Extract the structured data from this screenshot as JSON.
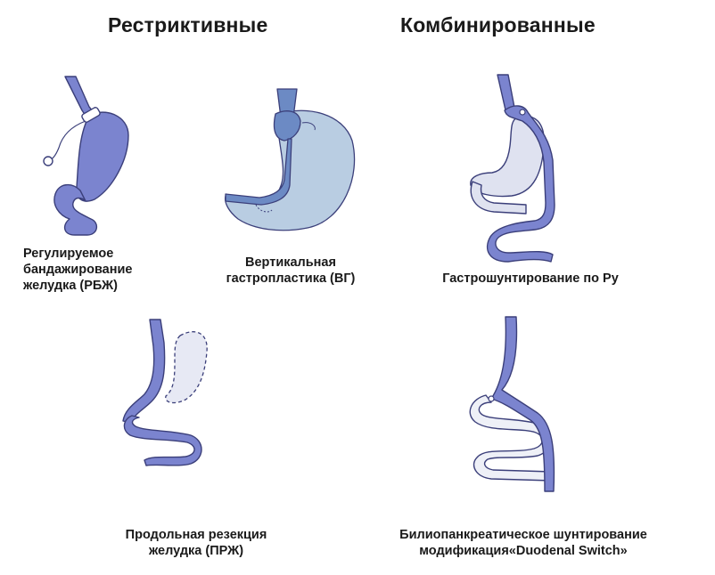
{
  "headings": {
    "restrictive": "Рестриктивные",
    "combined": "Комбинированные"
  },
  "procedures": [
    {
      "id": "rbzh",
      "lines": [
        "Регулируемое",
        "бандажирование",
        "желудка (РБЖ)"
      ]
    },
    {
      "id": "vg",
      "lines": [
        "Вертикальная",
        "гастропластика (ВГ)"
      ]
    },
    {
      "id": "roux",
      "lines": [
        "Гастрошунтирование по Ру"
      ]
    },
    {
      "id": "przh",
      "lines": [
        "Продольная резекция",
        "желудка (ПРЖ)"
      ]
    },
    {
      "id": "ds",
      "lines": [
        "Билиопанкреатическое шунтирование",
        "модификация«Duodenal Switch»"
      ]
    }
  ],
  "colors": {
    "tract": "#7b84cf",
    "tract_outline": "#3b3f7a",
    "vg_stomach": "#b9cde2",
    "vg_pouch": "#6c8ac4",
    "pale": "#dfe2f0",
    "removed": "#e7e9f4"
  }
}
